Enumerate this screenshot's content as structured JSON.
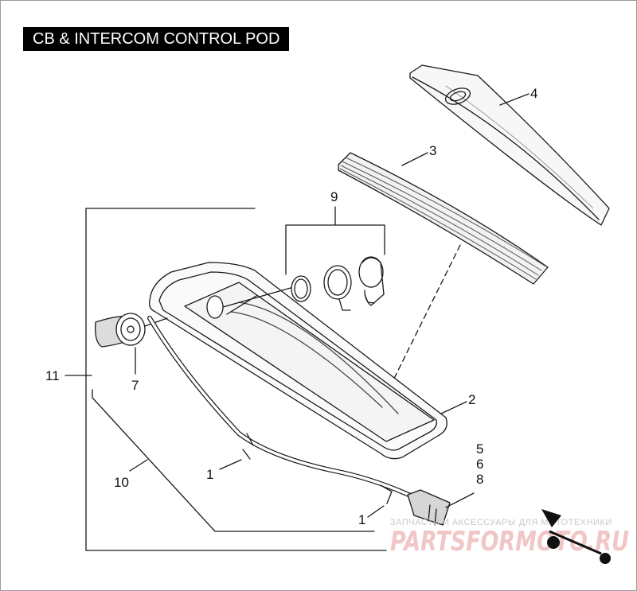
{
  "title": "CB & INTERCOM CONTROL POD",
  "callouts": {
    "c1a": "1",
    "c1b": "1",
    "c2": "2",
    "c3": "3",
    "c4": "4",
    "c5": "5",
    "c6": "6",
    "c7": "7",
    "c8": "8",
    "c9": "9",
    "c10": "10",
    "c11": "11"
  },
  "watermark": {
    "top": "ЗАПЧАСТИ И АКСЕССУАРЫ ДЛЯ МОТОТЕХНИКИ",
    "brand": "PARTSFORMOTO.RU"
  },
  "colors": {
    "line": "#1a1a1a",
    "shade": "#d9d9d9",
    "title_bg": "#000000",
    "watermark": "#f1c6c6"
  }
}
